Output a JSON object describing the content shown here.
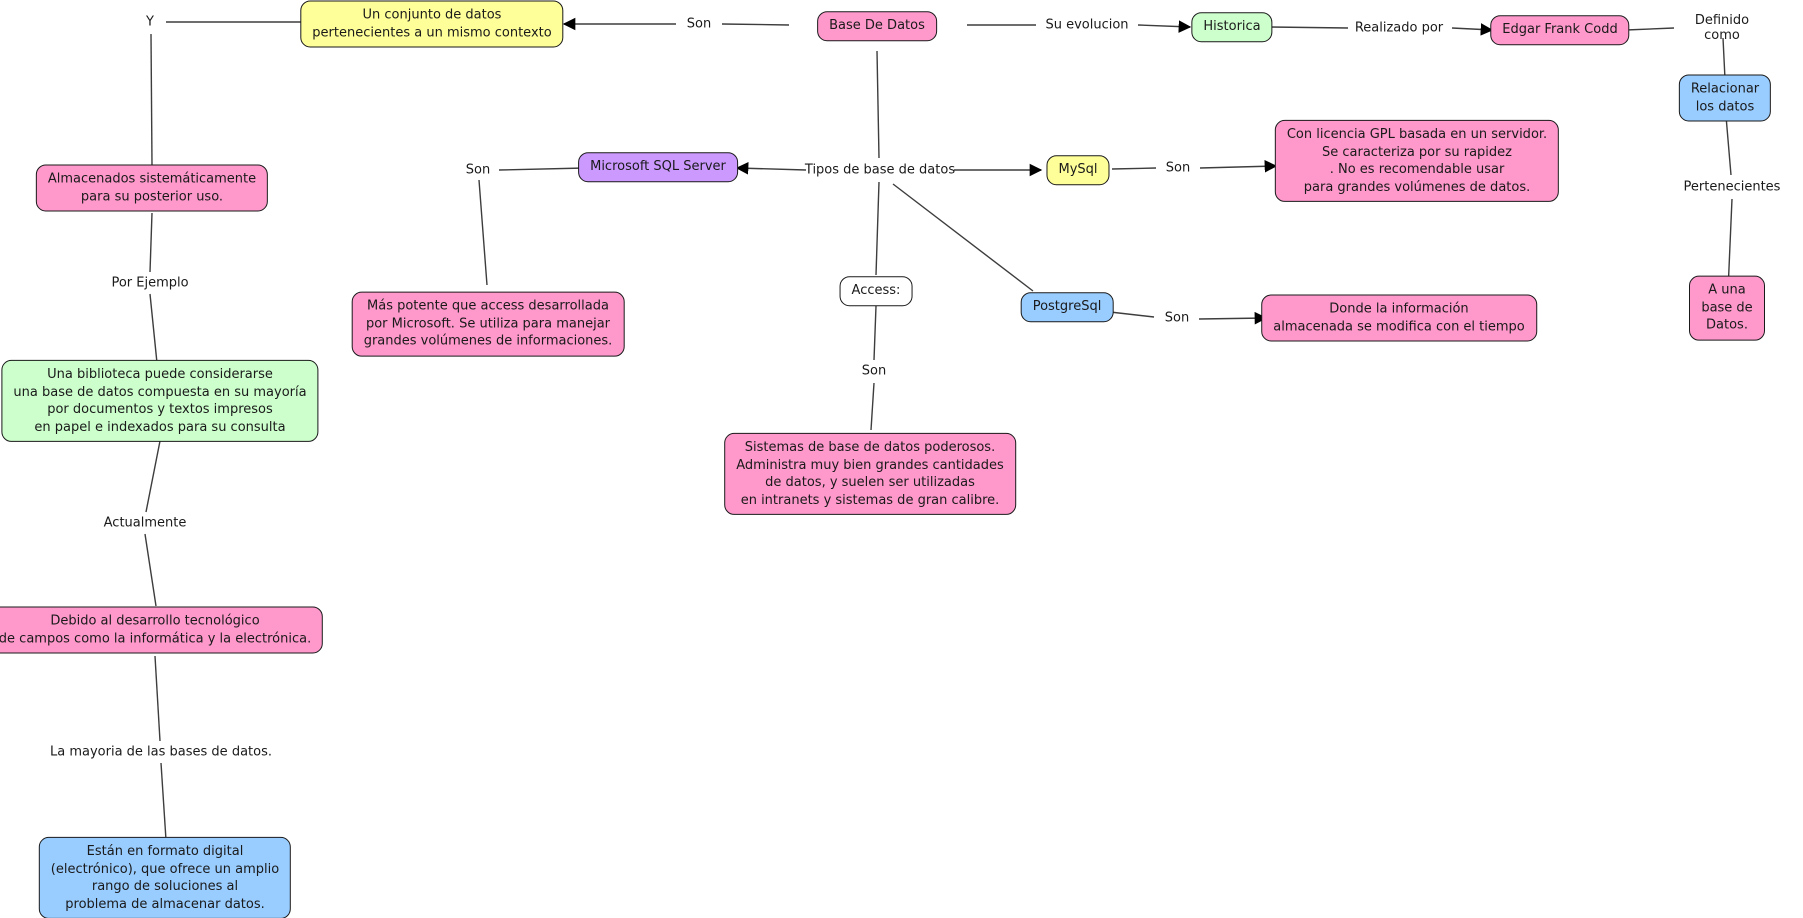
{
  "diagram": {
    "type": "concept-map",
    "topic": "Base De Datos",
    "colors": {
      "concept_pink": "#FF99CC",
      "concept_yellow": "#FFFF99",
      "concept_green": "#CCFFCC",
      "concept_purple": "#CC99FF",
      "concept_blue": "#99CCFF",
      "concept_white": "#FFFFFF",
      "line": "#333333",
      "text": "#1a1a1a"
    },
    "concepts": {
      "base_de_datos": {
        "label": "Base De Datos",
        "color": "#FF99CC"
      },
      "conjunto": {
        "label": "Un conjunto de datos\npertenecientes a un mismo contexto",
        "color": "#FFFF99"
      },
      "historica": {
        "label": "Historica",
        "color": "#CCFFCC"
      },
      "edgar_frank_codd": {
        "label": "Edgar Frank Codd",
        "color": "#FF99CC"
      },
      "relacionar_los_datos": {
        "label": "Relacionar los datos",
        "color": "#99CCFF"
      },
      "a_una_base_de_datos": {
        "label": "A una base de Datos.",
        "color": "#FF99CC"
      },
      "microsoft_sql_server": {
        "label": "Microsoft SQL Server",
        "color": "#CC99FF"
      },
      "mysql": {
        "label": "MySql",
        "color": "#FFFF99"
      },
      "access": {
        "label": "Access:",
        "color": "#FFFFFF"
      },
      "postgresql": {
        "label": "PostgreSql",
        "color": "#99CCFF"
      },
      "gpl_desc": {
        "label": "Con licencia GPL basada en un servidor.\nSe caracteriza por su rapidez\n. No es recomendable usar\npara grandes volúmenes de datos.",
        "color": "#FF99CC"
      },
      "donde_desc": {
        "label": "Donde la información\nalmacenada se modifica con el tiempo",
        "color": "#FF99CC"
      },
      "sistemas_desc": {
        "label": "Sistemas de base de datos poderosos.\nAdministra muy bien grandes cantidades\nde datos, y suelen ser utilizadas\nen intranets y sistemas de gran calibre.",
        "color": "#FF99CC"
      },
      "mas_potente_desc": {
        "label": "Más potente que access desarrollada\npor Microsoft. Se utiliza para manejar\ngrandes volúmenes de informaciones.",
        "color": "#FF99CC"
      },
      "almacenados": {
        "label": "Almacenados sistemáticamente\npara su posterior uso.",
        "color": "#FF99CC"
      },
      "biblioteca_desc": {
        "label": "Una biblioteca puede considerarse\nuna base de datos compuesta en su mayoría\npor documentos y textos impresos\nen papel e indexados para su consulta",
        "color": "#CCFFCC"
      },
      "debido_desc": {
        "label": "Debido al desarrollo tecnológico\nde campos como la informática y la electrónica.",
        "color": "#FF99CC"
      },
      "digital_desc": {
        "label": "Están en formato digital\n(electrónico), que ofrece un amplio\nrango de soluciones al\nproblema de almacenar datos.",
        "color": "#99CCFF"
      }
    },
    "linking_phrases": {
      "y": {
        "label": "Y"
      },
      "son_conjunto": {
        "label": "Son"
      },
      "su_evolucion": {
        "label": "Su evolucion"
      },
      "realizado_por": {
        "label": "Realizado por"
      },
      "definido_como": {
        "label": "Definido como"
      },
      "pertenecientes": {
        "label": "Pertenecientes"
      },
      "tipos_de_base_de_datos": {
        "label": "Tipos de base de datos"
      },
      "son_mssql": {
        "label": "Son"
      },
      "son_mysql": {
        "label": "Son"
      },
      "son_access": {
        "label": "Son"
      },
      "son_postgresql": {
        "label": "Son"
      },
      "por_ejemplo": {
        "label": "Por Ejemplo"
      },
      "actualmente": {
        "label": "Actualmente"
      },
      "la_mayoria": {
        "label": "La mayoria de las bases de datos."
      }
    }
  }
}
